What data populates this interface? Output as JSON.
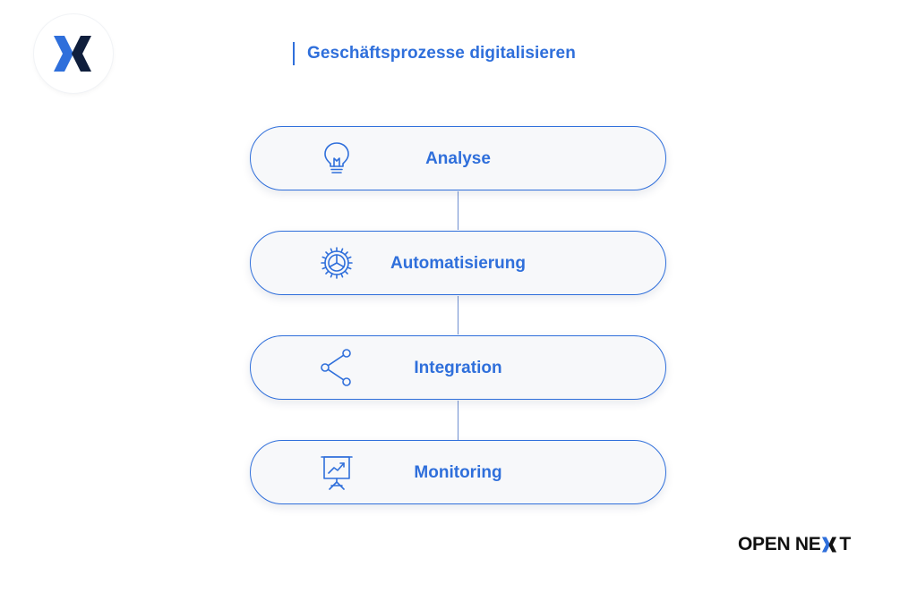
{
  "header": {
    "title": "Geschäftsprozesse digitalisieren"
  },
  "logo": {
    "icon": "x-logo-icon",
    "colors": {
      "blue": "#2f6fdb",
      "dark": "#0f1e3c"
    }
  },
  "steps": [
    {
      "label": "Analyse",
      "icon": "lightbulb-icon"
    },
    {
      "label": "Automatisierung",
      "icon": "gear-icon"
    },
    {
      "label": "Integration",
      "icon": "share-icon"
    },
    {
      "label": "Monitoring",
      "icon": "presentation-chart-icon"
    }
  ],
  "brand": {
    "part1": "OPEN NE",
    "part2": "T",
    "icon": "brand-x-icon"
  },
  "colors": {
    "accent": "#2f6fdb",
    "step_background": "#f7f8fa",
    "connector": "#6f8fd0",
    "brand_text": "#111111"
  }
}
